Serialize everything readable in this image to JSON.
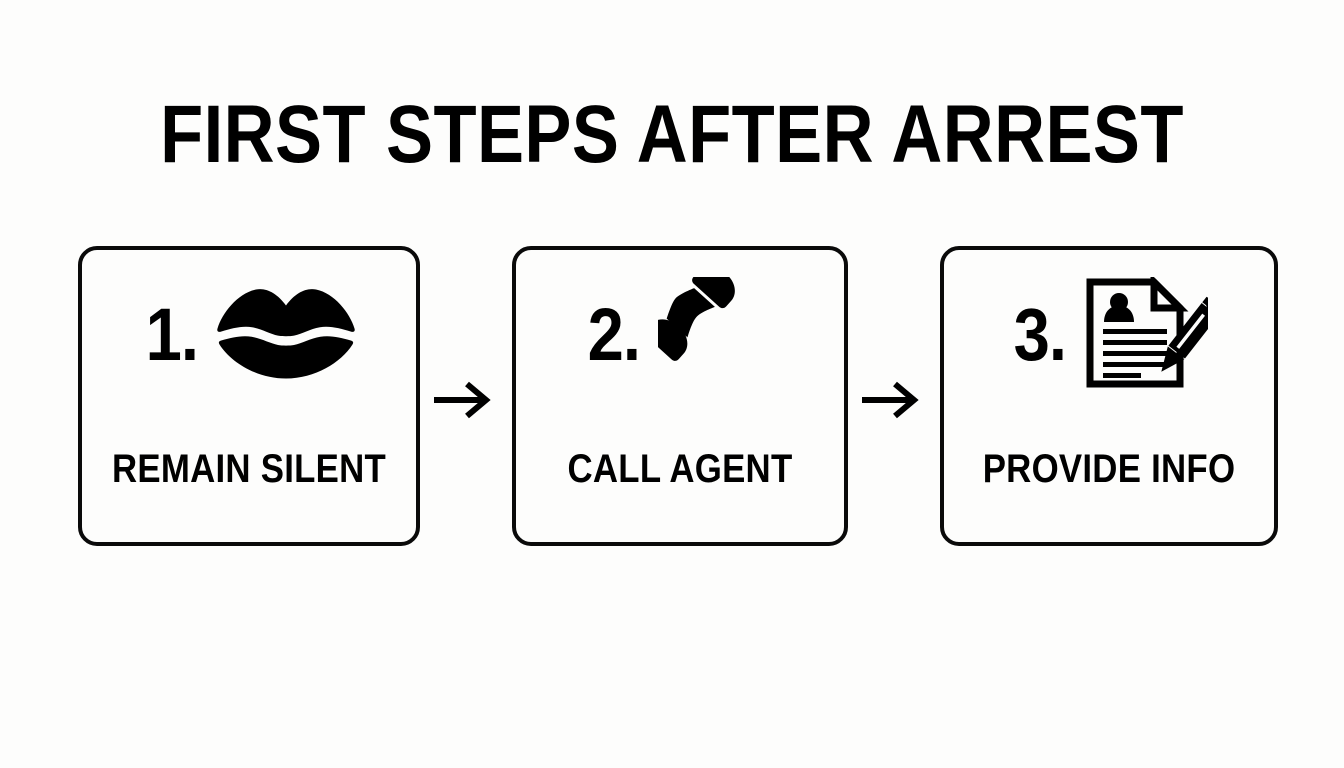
{
  "poster": {
    "title": "FIRST STEPS AFTER ARREST",
    "background_color": "#fdfdfc",
    "ink_color": "#000000"
  },
  "steps": [
    {
      "number": "1.",
      "label": "REMAIN SILENT",
      "icon": "lips-icon"
    },
    {
      "number": "2.",
      "label": "CALL AGENT",
      "icon": "telephone-handset-icon"
    },
    {
      "number": "3.",
      "label": "PROVIDE INFO",
      "icon": "document-with-pen-icon"
    }
  ],
  "connectors": [
    {
      "glyph": "→",
      "name": "arrow-right-icon"
    },
    {
      "glyph": "→",
      "name": "arrow-right-icon"
    }
  ]
}
